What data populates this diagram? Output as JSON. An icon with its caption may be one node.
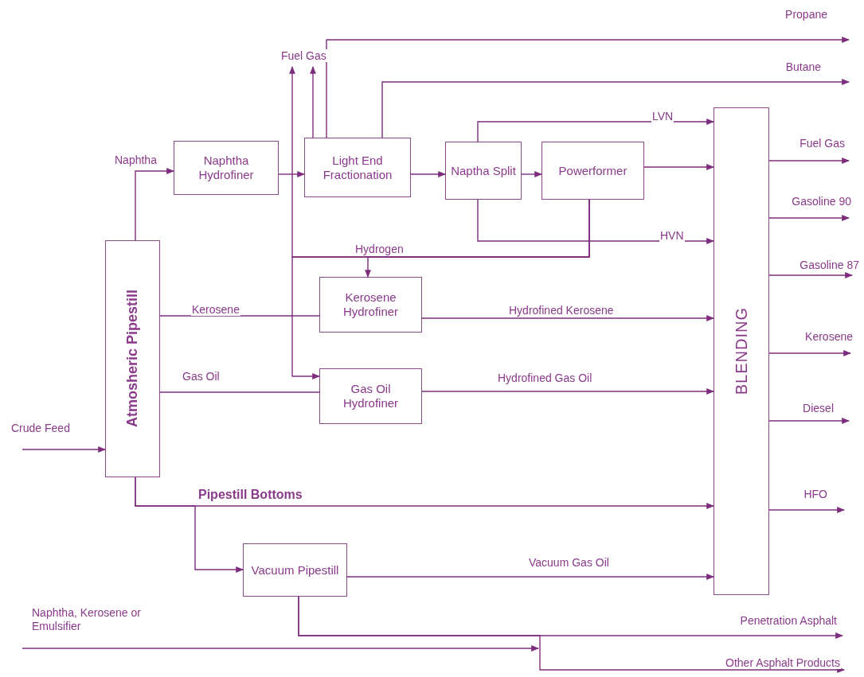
{
  "diagram": {
    "nodes": [
      {
        "text": [
          "Naphtha Hydrofiner"
        ]
      },
      {
        "text": [
          "Light End Fractionation"
        ]
      },
      {
        "text": [
          "Naptha Split"
        ]
      },
      {
        "text": [
          "Powerformer"
        ]
      },
      {
        "text": [
          "Atmosheric Pipestill"
        ]
      },
      {
        "text": [
          "Kerosene Hydrofiner"
        ]
      },
      {
        "text": [
          "Gas Oil Hydrofiner"
        ]
      },
      {
        "text": [
          "BLENDING"
        ]
      },
      {
        "text": [
          "Vacuum Pipestill"
        ]
      },
      {
        "text": [
          "Naphtha, Kerosene or Emulsifier"
        ]
      }
    ],
    "edges": [
      {
        "from": 4,
        "to": 0,
        "arrow": "to",
        "label": "Naphtha"
      },
      {
        "from": 0,
        "to": 1,
        "arrow": "to"
      },
      {
        "from": 1,
        "to": 2,
        "arrow": "to"
      },
      {
        "from": 2,
        "to": 3,
        "arrow": "to"
      },
      {
        "from": 2,
        "to": 7,
        "arrow": "to",
        "label": "LVN"
      },
      {
        "from": 3,
        "to": 7,
        "arrow": "to"
      },
      {
        "from": 2,
        "to": 7,
        "arrow": "to",
        "label": "HVN"
      },
      {
        "from": 1,
        "to": null,
        "arrow": "to",
        "label": "Fuel Gas"
      },
      {
        "from": 1,
        "to": null,
        "arrow": "to",
        "label": "Propane"
      },
      {
        "from": 1,
        "to": null,
        "arrow": "to",
        "label": "Butane"
      },
      {
        "from": 3,
        "to": 5,
        "arrow": "to",
        "label": "Hydrogen"
      },
      {
        "from": 3,
        "to": 6,
        "arrow": "to"
      },
      {
        "from": 3,
        "to": null,
        "arrow": "to"
      },
      {
        "from": null,
        "to": 4,
        "arrow": "to",
        "label": "Crude Feed"
      },
      {
        "from": 4,
        "to": 5,
        "arrow": "none",
        "label": "Kerosene"
      },
      {
        "from": 4,
        "to": 6,
        "arrow": "none",
        "label": "Gas Oil"
      },
      {
        "from": 5,
        "to": 7,
        "arrow": "to",
        "label": "Hydrofined Kerosene"
      },
      {
        "from": 6,
        "to": 7,
        "arrow": "to",
        "label": "Hydrofined Gas Oil"
      },
      {
        "from": 4,
        "to": 7,
        "arrow": "to",
        "label": "Pipestill Bottoms"
      },
      {
        "from": 4,
        "to": 8,
        "arrow": "to"
      },
      {
        "from": 8,
        "to": 7,
        "arrow": "to",
        "label": "Vacuum Gas Oil"
      },
      {
        "from": 7,
        "to": null,
        "arrow": "to",
        "label": "Fuel Gas"
      },
      {
        "from": 7,
        "to": null,
        "arrow": "to",
        "label": "Gasoline 90"
      },
      {
        "from": 7,
        "to": null,
        "arrow": "to",
        "label": "Gasoline 87"
      },
      {
        "from": 7,
        "to": null,
        "arrow": "to",
        "label": "Kerosene"
      },
      {
        "from": 7,
        "to": null,
        "arrow": "to",
        "label": "Diesel"
      },
      {
        "from": 7,
        "to": null,
        "arrow": "to",
        "label": "HFO"
      },
      {
        "from": 8,
        "to": null,
        "arrow": "to",
        "label": "Penetration Asphalt"
      },
      {
        "from": 8,
        "to": null,
        "arrow": "to",
        "label": "Other Asphalt Products"
      },
      {
        "from": 9,
        "to": null,
        "arrow": "to"
      }
    ]
  }
}
